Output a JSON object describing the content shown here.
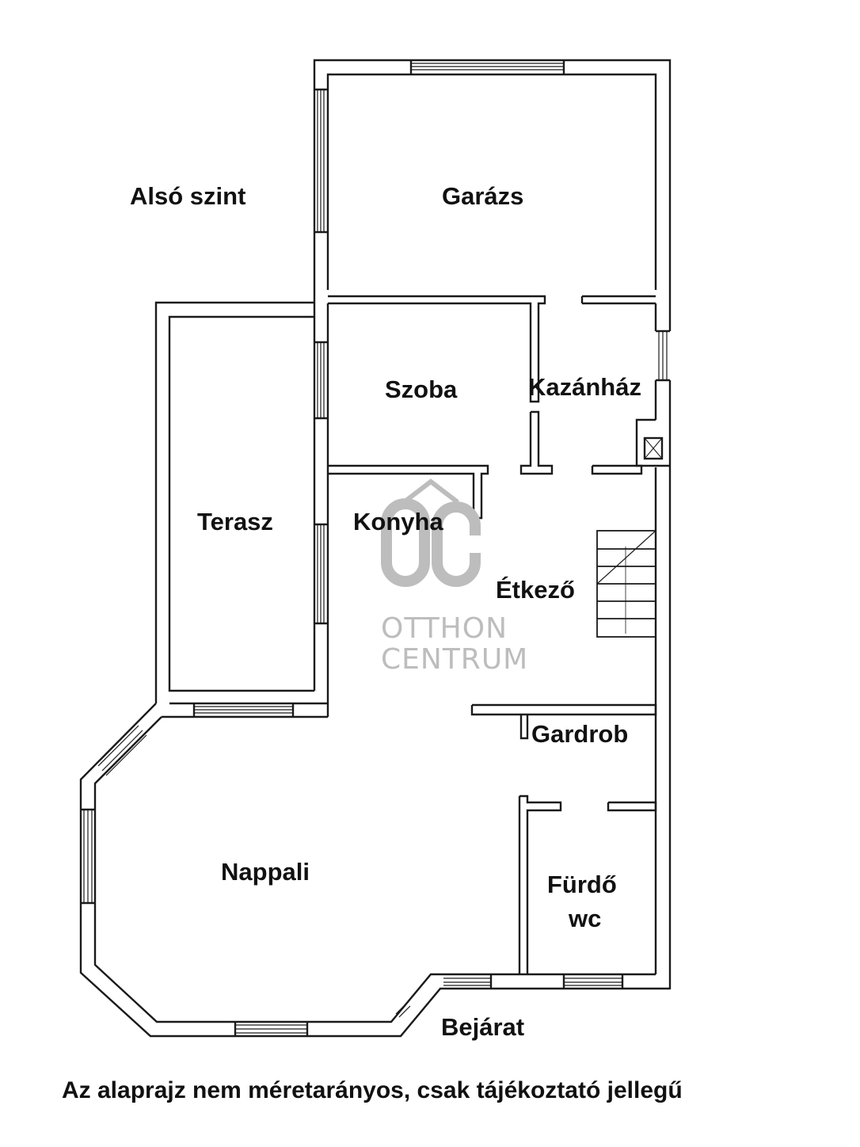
{
  "floor_label": "Alsó szint",
  "rooms": {
    "garage": "Garázs",
    "room": "Szoba",
    "boiler_room": "Kazánház",
    "terrace": "Terasz",
    "kitchen": "Konyha",
    "dining": "Étkező",
    "wardrobe": "Gardrob",
    "living_room": "Nappali",
    "bathroom_line1": "Fürdő",
    "bathroom_line2": "wc",
    "entrance": "Bejárat"
  },
  "disclaimer": "Az alaprajz nem méretarányos, csak tájékoztató jellegű",
  "watermark": {
    "monogram": "OC",
    "line1": "OTTHON",
    "line2": "CENTRUM",
    "color": "#bdbdbd"
  },
  "colors": {
    "wall": "#1a1a1a",
    "background": "#ffffff",
    "text": "#111111"
  }
}
